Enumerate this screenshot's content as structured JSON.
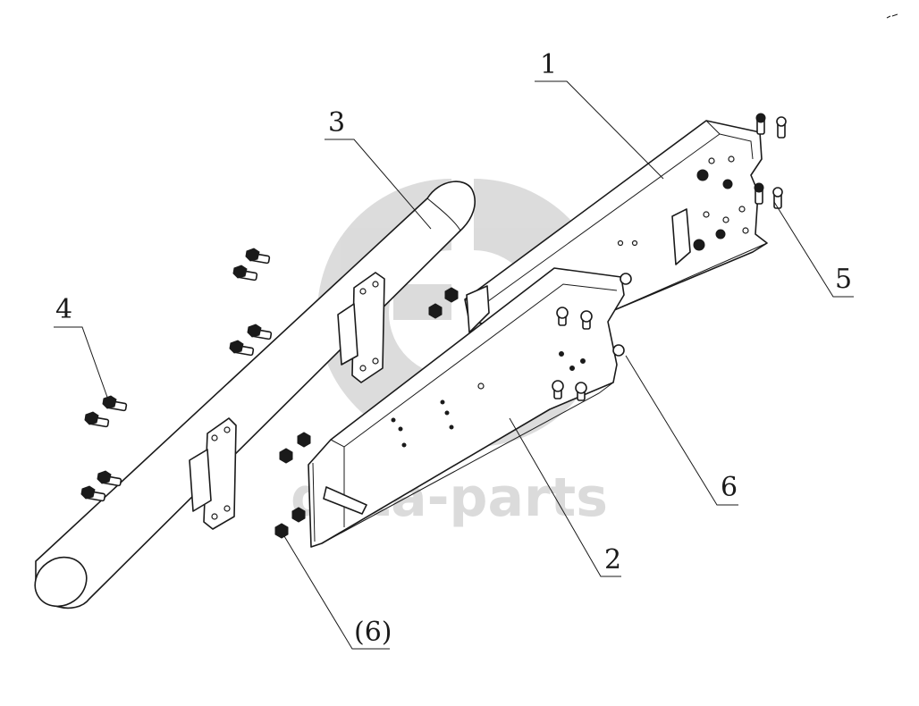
{
  "callouts": [
    {
      "label": "1"
    },
    {
      "label": "2"
    },
    {
      "label": "3"
    },
    {
      "label": "4"
    },
    {
      "label": "5"
    },
    {
      "label": "6"
    },
    {
      "label": "(6)"
    }
  ],
  "watermark": {
    "text": "data-parts",
    "color": "#bdbdbd"
  },
  "colors": {
    "line": "#1a1a1a",
    "background": "#ffffff"
  }
}
